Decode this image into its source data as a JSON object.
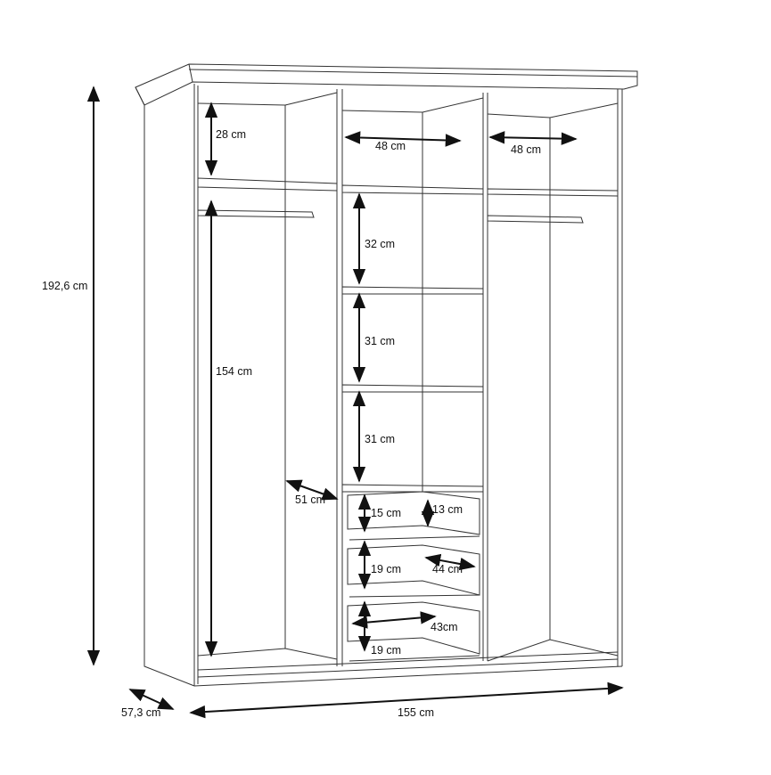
{
  "diagram": {
    "subject": "three-door wardrobe, doors removed, interior dimensions",
    "line_color": "#1a1a1a",
    "background": "#ffffff",
    "overall": {
      "height": "192,6 cm",
      "width": "155 cm",
      "depth": "57,3 cm"
    },
    "left_section": {
      "top_shelf_height": "28 cm",
      "hanging_height": "154 cm",
      "inner_depth": "51 cm"
    },
    "middle_section": {
      "top_shelf_width": "48 cm",
      "compartments": [
        "32 cm",
        "31 cm",
        "31 cm"
      ],
      "drawers": [
        {
          "front_height": "15 cm",
          "side_height": "13 cm"
        },
        {
          "front_height": "19 cm",
          "depth": "44 cm"
        },
        {
          "front_height": "19 cm",
          "width": "43cm"
        }
      ]
    },
    "right_section": {
      "top_shelf_width": "48 cm"
    }
  }
}
